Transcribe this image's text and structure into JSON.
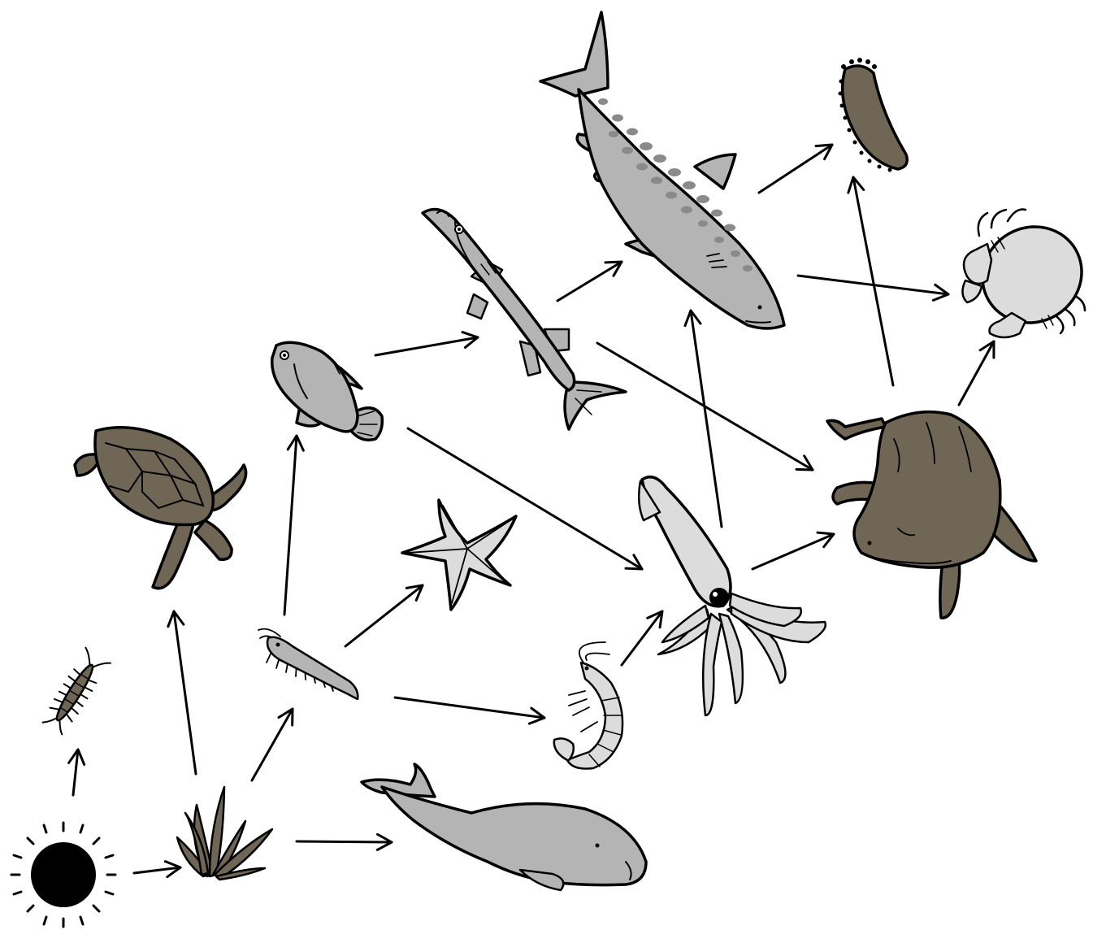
{
  "diagram": {
    "type": "food-web",
    "colors": {
      "background": "#ffffff",
      "outline": "#000000",
      "dark_brown": "#6f6656",
      "mid_gray": "#b4b4b4",
      "light_gray": "#dcdcdc",
      "spot_gray": "#8a8a8a"
    },
    "nodes": [
      {
        "id": "sun",
        "icon": "sun-icon"
      },
      {
        "id": "isopod",
        "icon": "isopod-icon"
      },
      {
        "id": "seagrass",
        "icon": "seagrass-icon"
      },
      {
        "id": "sea-turtle",
        "icon": "sea-turtle-icon"
      },
      {
        "id": "zooplankton",
        "icon": "zooplankton-icon"
      },
      {
        "id": "small-fish",
        "icon": "small-fish-icon"
      },
      {
        "id": "barracuda",
        "icon": "barracuda-icon"
      },
      {
        "id": "shark",
        "icon": "shark-icon"
      },
      {
        "id": "sea-cucumber",
        "icon": "sea-cucumber-icon"
      },
      {
        "id": "crab",
        "icon": "crab-icon"
      },
      {
        "id": "sea-star",
        "icon": "sea-star-icon"
      },
      {
        "id": "shrimp",
        "icon": "shrimp-icon"
      },
      {
        "id": "squid",
        "icon": "squid-icon"
      },
      {
        "id": "crocodile",
        "icon": "crocodile-icon"
      },
      {
        "id": "dugong",
        "icon": "dugong-icon"
      }
    ],
    "edges": [
      {
        "from": "sun",
        "to": "isopod"
      },
      {
        "from": "sun",
        "to": "seagrass"
      },
      {
        "from": "seagrass",
        "to": "sea-turtle"
      },
      {
        "from": "seagrass",
        "to": "zooplankton"
      },
      {
        "from": "seagrass",
        "to": "dugong"
      },
      {
        "from": "zooplankton",
        "to": "small-fish"
      },
      {
        "from": "zooplankton",
        "to": "sea-star"
      },
      {
        "from": "zooplankton",
        "to": "shrimp"
      },
      {
        "from": "small-fish",
        "to": "barracuda"
      },
      {
        "from": "small-fish",
        "to": "squid"
      },
      {
        "from": "barracuda",
        "to": "shark"
      },
      {
        "from": "barracuda",
        "to": "crocodile"
      },
      {
        "from": "shrimp",
        "to": "squid"
      },
      {
        "from": "squid",
        "to": "shark"
      },
      {
        "from": "squid",
        "to": "crocodile"
      },
      {
        "from": "shark",
        "to": "sea-cucumber"
      },
      {
        "from": "shark",
        "to": "crab"
      },
      {
        "from": "crocodile",
        "to": "sea-cucumber"
      },
      {
        "from": "crocodile",
        "to": "crab"
      }
    ]
  }
}
